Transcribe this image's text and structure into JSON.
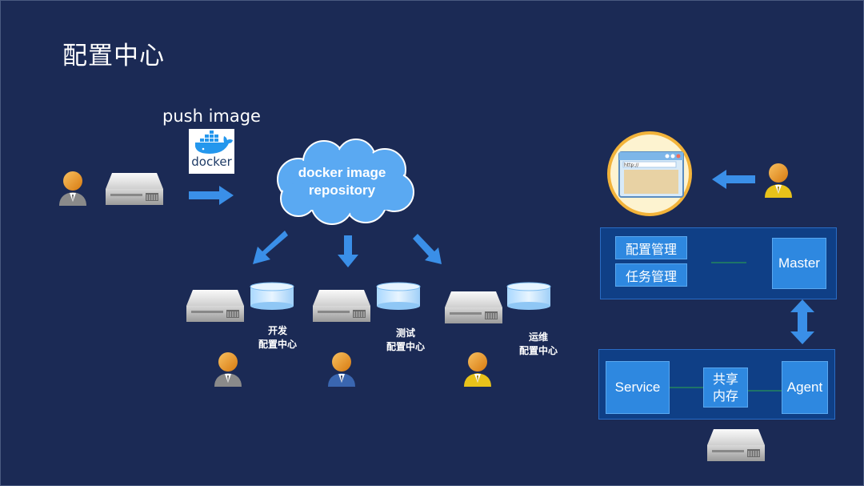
{
  "slide": {
    "title": "配置中心",
    "push_label": "push image",
    "docker_logo_text": "docker",
    "repository": {
      "line1": "docker image",
      "line2": "repository"
    },
    "environments": [
      {
        "line1": "开发",
        "line2": "配置中心",
        "person_color": "#8a8a8a"
      },
      {
        "line1": "测试",
        "line2": "配置中心",
        "person_color": "#3a66b0"
      },
      {
        "line1": "运维",
        "line2": "配置中心",
        "person_color": "#e8c21a"
      }
    ],
    "browser_url": "http://",
    "master_panel": {
      "config_mgmt": "配置管理",
      "task_mgmt": "任务管理",
      "master": "Master"
    },
    "agent_panel": {
      "service": "Service",
      "shared_memory_line1": "共享",
      "shared_memory_line2": "内存",
      "agent": "Agent"
    },
    "colors": {
      "background": "#1b2a55",
      "arrow": "#3a8fe8",
      "cloud": "#5aa9f2",
      "panel": "#0f3f86",
      "button": "#2e88e0",
      "orange_head": "#f0a030"
    }
  }
}
